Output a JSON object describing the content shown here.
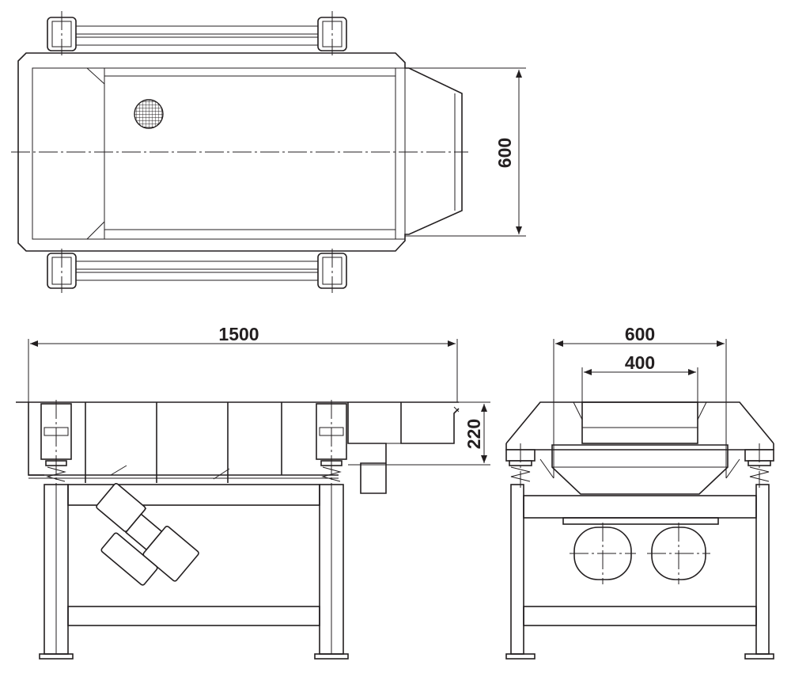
{
  "dimensions": {
    "top_width": "600",
    "side_length": "1500",
    "side_height": "220",
    "end_width": "600",
    "end_inner_width": "400"
  },
  "colors": {
    "line": "#231f20",
    "background": "#ffffff"
  }
}
